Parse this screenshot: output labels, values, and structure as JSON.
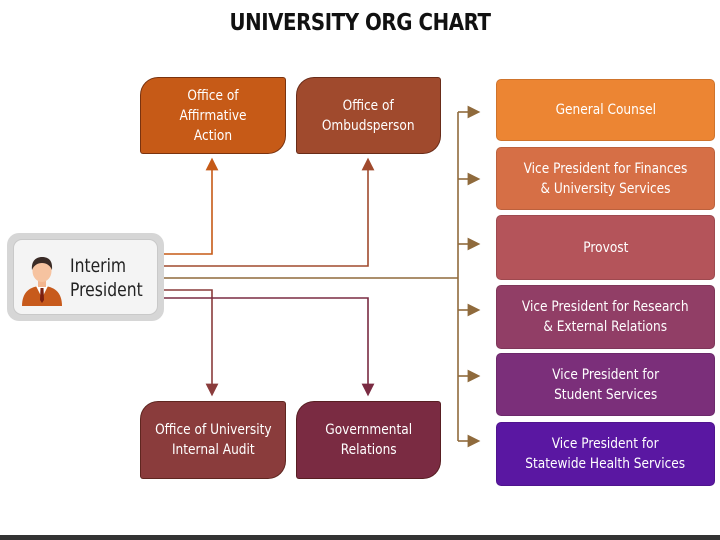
{
  "title": "UNIVERSITY ORG CHART",
  "president": {
    "label": "Interim\nPresident",
    "icon": "person-icon"
  },
  "top_boxes": [
    {
      "label": "Office of Affirmative\nAction",
      "color": "#c65a17"
    },
    {
      "label": "Office of\nOmbudsperson",
      "color": "#a04a2d"
    }
  ],
  "bottom_boxes": [
    {
      "label": "Office of University\nInternal Audit",
      "color": "#8a3c3c"
    },
    {
      "label": "Governmental\nRelations",
      "color": "#7a2b42"
    }
  ],
  "right_boxes": [
    {
      "label": "General Counsel",
      "color": "#ec8533"
    },
    {
      "label": "Vice President for Finances\n& University Services",
      "color": "#d66f46"
    },
    {
      "label": "Provost",
      "color": "#b4545a"
    },
    {
      "label": "Vice President for Research\n& External Relations",
      "color": "#913e66"
    },
    {
      "label": "Vice President for\nStudent Services",
      "color": "#7b2f7a"
    },
    {
      "label": "Vice President for\nStatewide Health Services",
      "color": "#5a17a2"
    }
  ]
}
